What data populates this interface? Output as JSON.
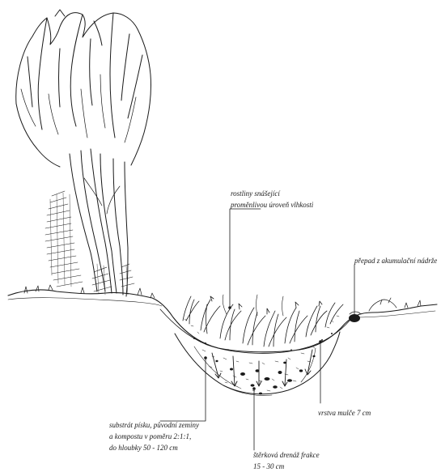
{
  "labels": {
    "plants": [
      "rostliny snášející",
      "proměnlivou úroveň vlhkosti"
    ],
    "overflow": "přepad z akumulační nádrže",
    "substrate": [
      "substrát písku, původní zeminy",
      "a kompostu v poměru 2:1:1,",
      "do hloubky 50 - 120 cm"
    ],
    "mulch": "vrstva mulče 7 cm",
    "gravel": [
      "štěrková drenáž frakce",
      "15 - 30 cm"
    ]
  },
  "colors": {
    "ink": "#1a1a1a",
    "background": "#ffffff"
  }
}
